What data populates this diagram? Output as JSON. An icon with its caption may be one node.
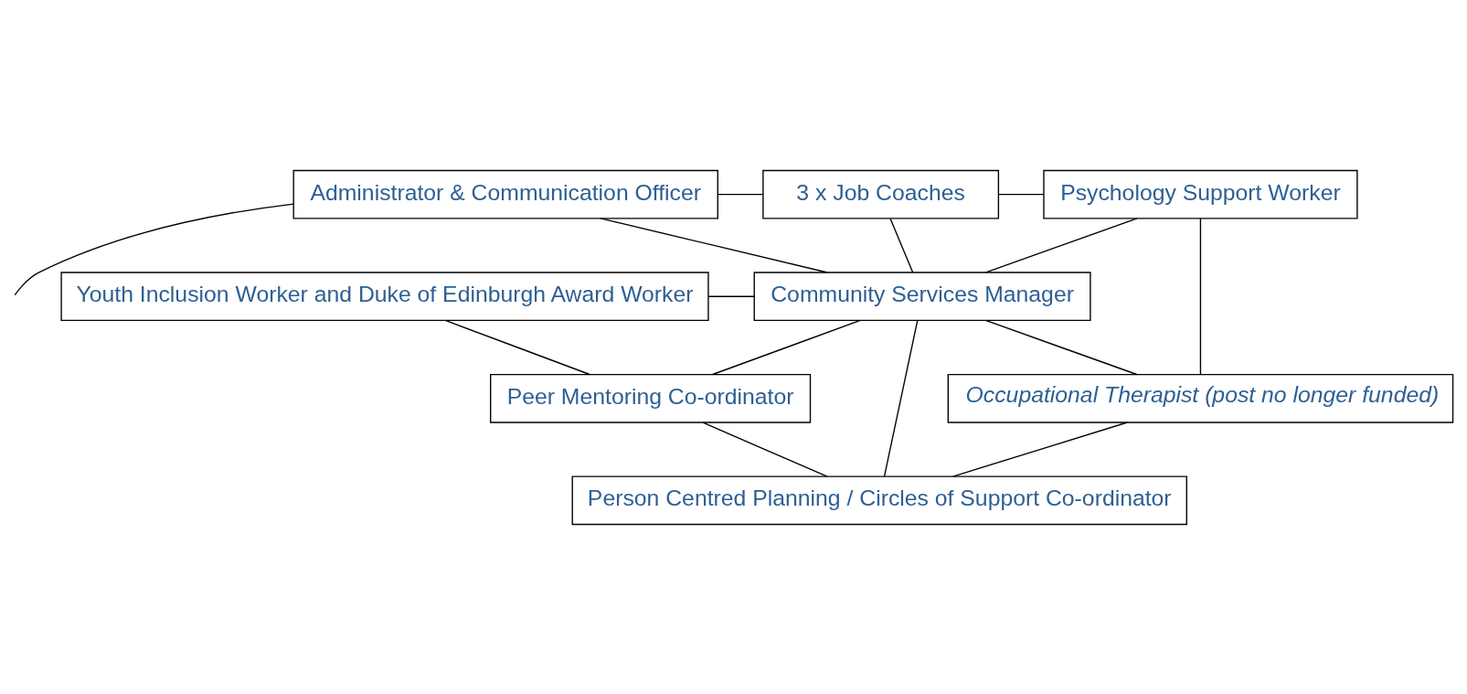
{
  "diagram": {
    "nodes": [
      {
        "text": [
          "Administrator & Communication Officer"
        ]
      },
      {
        "text": [
          "3 x Job Coaches"
        ]
      },
      {
        "text": [
          "Psychology Support Worker"
        ]
      },
      {
        "text": [
          "Youth Inclusion Worker and Duke of Edinburgh Award Worker"
        ]
      },
      {
        "text": [
          "Community Services Manager"
        ]
      },
      {
        "text": [
          "Peer Mentoring Co-ordinator"
        ]
      },
      {
        "text": [
          "Occupational Therapist (post no longer funded)"
        ]
      },
      {
        "text": [
          "Person Centred Planning / Circles of Support Co-ordinator"
        ]
      }
    ],
    "edges": [
      {
        "from": 0,
        "to": 1,
        "arrow": "none"
      },
      {
        "from": 1,
        "to": 2,
        "arrow": "none"
      },
      {
        "from": 0,
        "to": null,
        "arrow": "none"
      },
      {
        "from": 0,
        "to": 4,
        "arrow": "none"
      },
      {
        "from": 3,
        "to": 4,
        "arrow": "none"
      },
      {
        "from": 1,
        "to": 4,
        "arrow": "none"
      },
      {
        "from": 2,
        "to": 4,
        "arrow": "none"
      },
      {
        "from": 3,
        "to": 5,
        "arrow": "none"
      },
      {
        "from": 4,
        "to": 5,
        "arrow": "none"
      },
      {
        "from": 4,
        "to": 6,
        "arrow": "none"
      },
      {
        "from": 2,
        "to": 6,
        "arrow": "none"
      },
      {
        "from": 4,
        "to": 7,
        "arrow": "none"
      },
      {
        "from": 5,
        "to": 7,
        "arrow": "none"
      },
      {
        "from": 6,
        "to": 7,
        "arrow": "none"
      }
    ]
  }
}
